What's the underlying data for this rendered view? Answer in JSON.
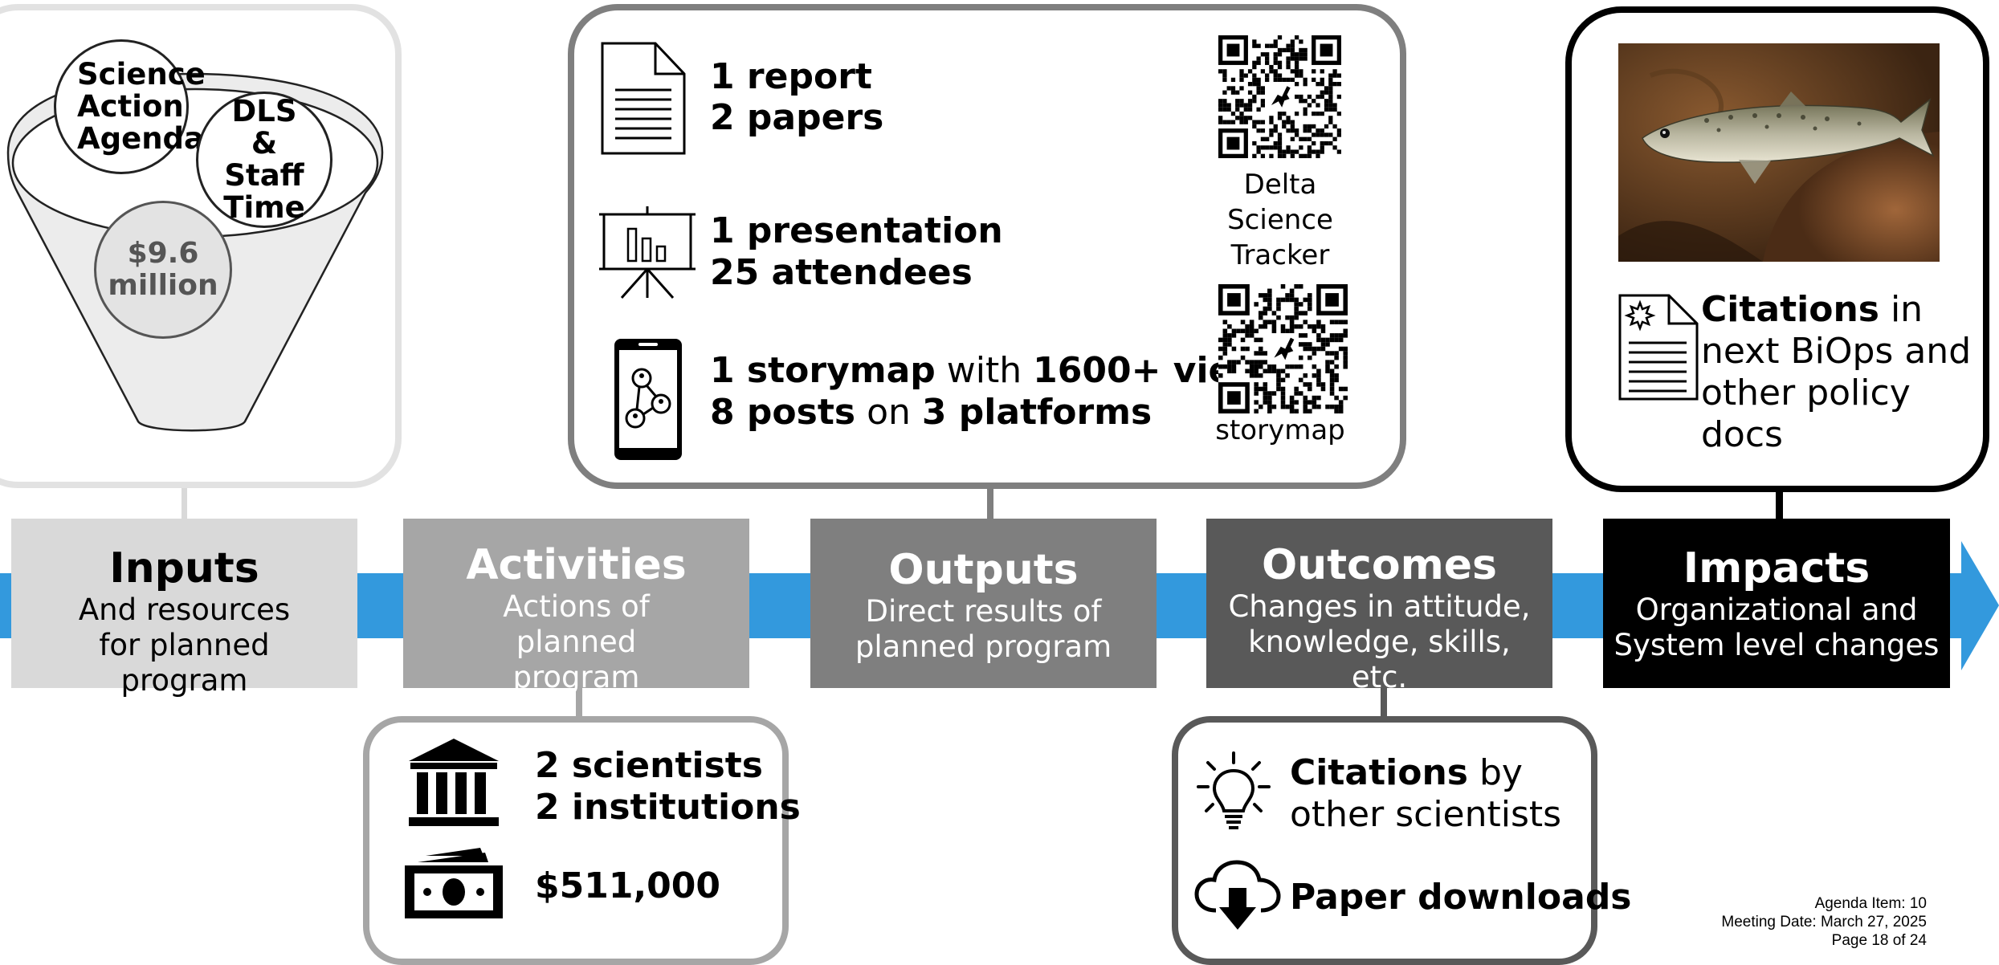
{
  "stages": {
    "inputs": {
      "title": "Inputs",
      "subtitle": "And resources for planned program",
      "color": "#d9d9d9",
      "text_color": "#000000"
    },
    "activities": {
      "title": "Activities",
      "subtitle": "Actions of planned program",
      "color": "#a6a6a6",
      "text_color": "#ffffff"
    },
    "outputs": {
      "title": "Outputs",
      "subtitle": "Direct results of planned program",
      "color": "#7f7f7f",
      "text_color": "#ffffff"
    },
    "outcomes": {
      "title": "Outcomes",
      "subtitle": "Changes in attitude, knowledge, skills, etc.",
      "color": "#595959",
      "text_color": "#ffffff"
    },
    "impacts": {
      "title": "Impacts",
      "subtitle": "Organizational and System level changes",
      "color": "#000000",
      "text_color": "#ffffff"
    }
  },
  "arrow_color": "#3399dd",
  "funnel": {
    "circles": [
      "Science Action Agenda",
      "DLS & Staff Time",
      "$9.6 million"
    ],
    "icon": "funnel-icon"
  },
  "activities_box": {
    "line1": "2 scientists",
    "line2": "2 institutions",
    "funding": "$511,000",
    "icons": [
      "institution-icon",
      "money-icon"
    ]
  },
  "outputs_box": {
    "report": {
      "line1": "1 report",
      "line2": "2 papers",
      "icon": "document-icon"
    },
    "presentation": {
      "line1": "1 presentation",
      "line2": "25 attendees",
      "icon": "presentation-icon"
    },
    "storymap": {
      "line1_a": "1 storymap",
      "line1_b": " with ",
      "line1_c": "1600+ views",
      "line2_a": "8 posts",
      "line2_b": " on ",
      "line2_c": "3 platforms",
      "icon": "smartphone-network-icon"
    },
    "qr1_label": "Delta Science Tracker",
    "qr2_label": "storymap"
  },
  "outcomes_box": {
    "citations_bold": "Citations",
    "citations_rest": " by other scientists",
    "downloads": "Paper downloads",
    "icons": [
      "lightbulb-icon",
      "cloud-download-icon"
    ]
  },
  "impacts_box": {
    "citations_bold": "Citations",
    "citations_rest": " in next BiOps and other policy docs",
    "icons": [
      "fish-photo",
      "policy-document-icon"
    ]
  },
  "footer": {
    "agenda": "Agenda Item: 10",
    "meeting": "Meeting Date: March 27, 2025",
    "page": "Page 18 of 24"
  }
}
